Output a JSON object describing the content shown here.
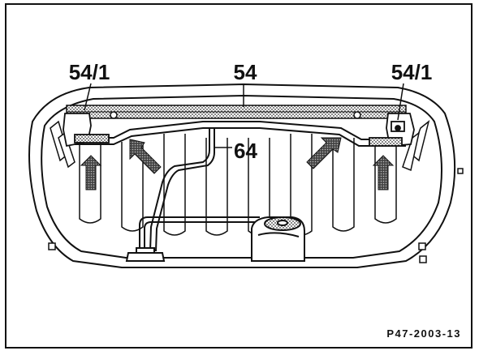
{
  "labels": {
    "left_bracket": "54/1",
    "center_channel": "54",
    "right_bracket": "54/1",
    "drain_hose": "64"
  },
  "figure_code": "P47-2003-13",
  "colors": {
    "ink": "#111111",
    "arrow_fill": "#6b6b6b",
    "seal_fill": "#8a8a8a",
    "paper": "#ffffff"
  },
  "icons": {
    "push_arrow": "arrow-icon"
  }
}
